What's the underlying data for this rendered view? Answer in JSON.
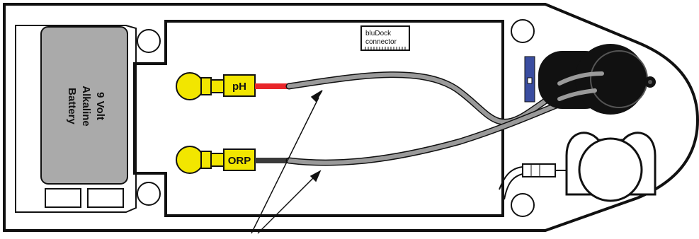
{
  "battery": {
    "line1": "9 Volt",
    "line2": "Alkaline",
    "line3": "Battery"
  },
  "probes": {
    "ph": {
      "label": "pH",
      "wire_color": "#e8262a"
    },
    "orp": {
      "label": "ORP",
      "wire_color": "#3a3a3a"
    }
  },
  "connector": {
    "line1": "bluDock",
    "line2": "connector"
  },
  "colors": {
    "probe_yellow": "#f2e600",
    "cable_gray": "#9a9a9a",
    "battery_gray": "#aaaaaa",
    "bnc_blue": "#3a4da0"
  }
}
